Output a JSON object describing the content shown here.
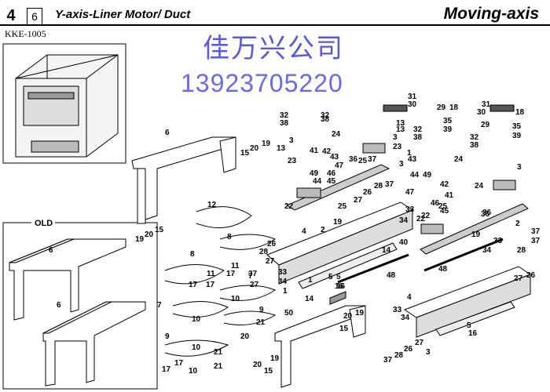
{
  "header": {
    "section_number": "4",
    "section_sub": "6",
    "title": "Y-axis-Liner Motor/ Duct",
    "right_title": "Moving-axis",
    "model": "KKE-1005"
  },
  "watermark": {
    "line1": "佳万兴公司",
    "line2": "13923705220"
  },
  "inset": {
    "old_label": "OLD",
    "labels": [
      "6",
      "6"
    ]
  },
  "callouts": {
    "frame_left": [
      "6",
      "19",
      "20",
      "15",
      "19",
      "20",
      "15"
    ],
    "ducts": [
      "12",
      "8",
      "7",
      "17",
      "11",
      "17",
      "10",
      "8",
      "11",
      "17",
      "9",
      "10",
      "10",
      "9",
      "7",
      "21",
      "37",
      "27",
      "21",
      "17",
      "10",
      "20",
      "17",
      "21"
    ],
    "frame_center": [
      "50",
      "20",
      "19",
      "15",
      "20",
      "15",
      "19",
      "25"
    ],
    "center_parts": [
      "31",
      "30",
      "29",
      "18",
      "35",
      "39",
      "32",
      "38",
      "32",
      "38",
      "36",
      "37",
      "13",
      "3",
      "23",
      "24",
      "41",
      "43",
      "42",
      "47",
      "46",
      "49",
      "44",
      "45",
      "26",
      "28",
      "37",
      "27",
      "25",
      "22",
      "33",
      "34",
      "4",
      "2",
      "19",
      "40",
      "48",
      "28",
      "26",
      "27",
      "33",
      "34",
      "5",
      "16",
      "14",
      "1",
      "36",
      "22",
      "13",
      "3",
      "23"
    ],
    "right_parts": [
      "31",
      "30",
      "29",
      "18",
      "35",
      "39",
      "32",
      "38",
      "32",
      "38",
      "36",
      "37",
      "24",
      "1",
      "3",
      "42",
      "43",
      "44",
      "49",
      "47",
      "46",
      "41",
      "45",
      "24",
      "3",
      "25",
      "22",
      "2",
      "19",
      "33",
      "34",
      "37",
      "28",
      "26",
      "27",
      "48",
      "4",
      "5",
      "16",
      "33",
      "34",
      "37",
      "28",
      "26",
      "27",
      "14",
      "1",
      "3",
      "5",
      "16",
      "13"
    ]
  }
}
